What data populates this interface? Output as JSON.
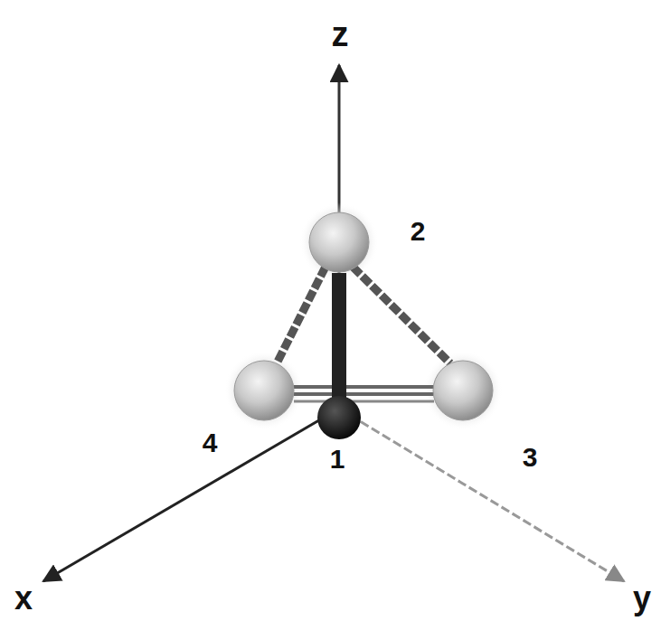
{
  "diagram": {
    "labels": [
      "z",
      "2",
      "4",
      "1",
      "3",
      "x",
      "y"
    ]
  }
}
